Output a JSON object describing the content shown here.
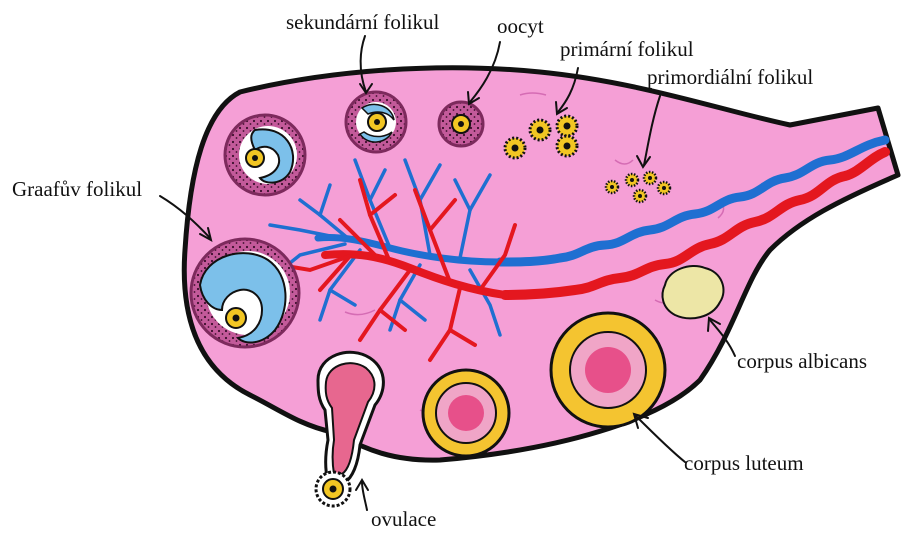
{
  "labels": {
    "secondary_follicle": "sekundární folikul",
    "oocyte": "oocyt",
    "primary_follicle": "primární folikul",
    "primordial_follicle": "primordiální folikul",
    "graafian_follicle": "Graafův folikul",
    "corpus_albicans": "corpus albicans",
    "corpus_luteum": "corpus luteum",
    "ovulation": "ovulace"
  },
  "colors": {
    "stroma": "#f59fd6",
    "outline": "#111111",
    "follicle_outer": "#a9407e",
    "antrum": "#7cc0ea",
    "oocyte_yolk": "#f2c623",
    "artery": "#e4171f",
    "vein": "#1f6fd1",
    "corpus_luteum": "#f4c430",
    "corpus_albicans": "#ede6a6"
  }
}
